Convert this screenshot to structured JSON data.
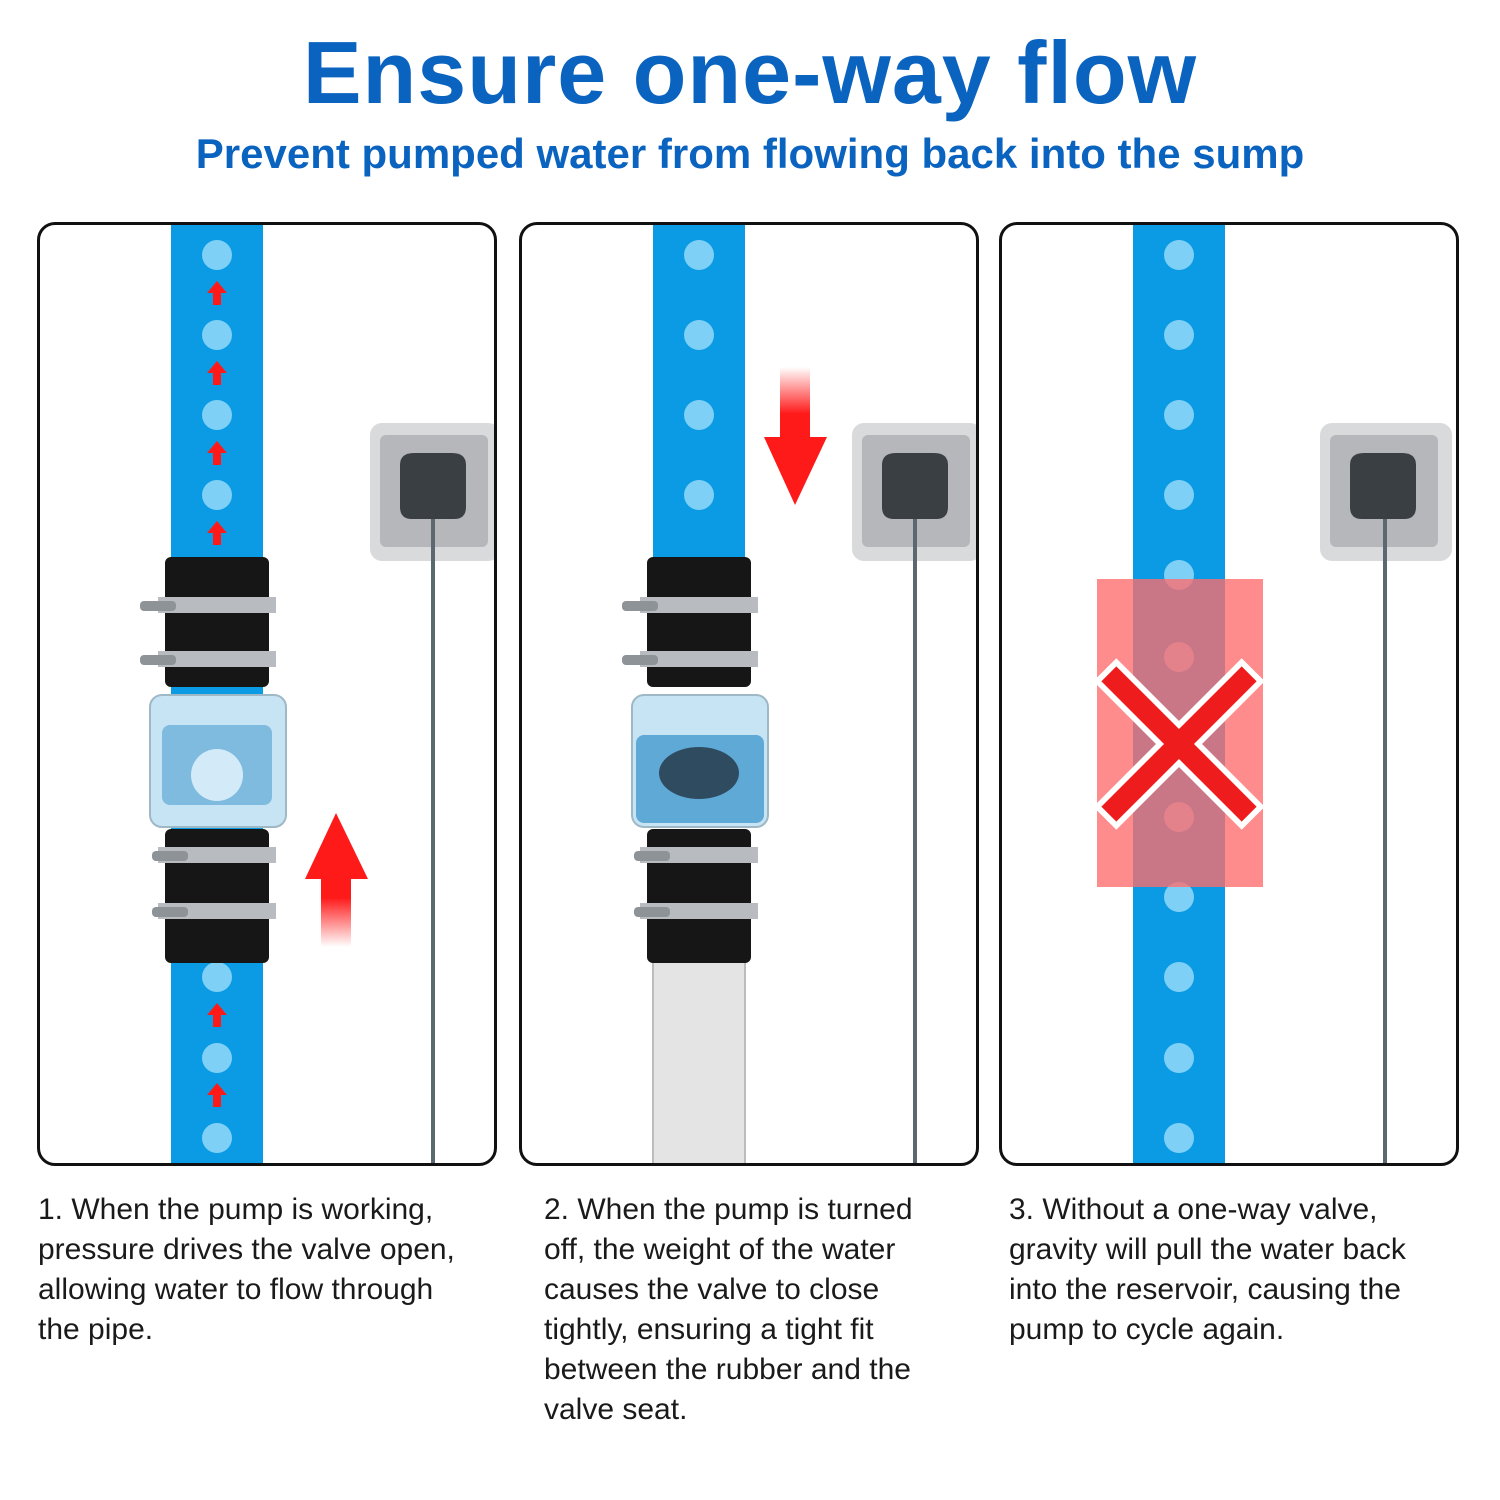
{
  "header": {
    "title": "Ensure one-way flow",
    "subtitle": "Prevent pumped water from flowing back into the sump"
  },
  "colors": {
    "title_blue": "#0b63c0",
    "pipe_blue": "#0a9be4",
    "bubble": "#7fd0f7",
    "arrow_red": "#ff1a1a",
    "outlet_gray": "#d9dadc",
    "cord_gray": "#5c6870",
    "plug_dark": "#3a3f44",
    "block_red": "#ff6b6b"
  },
  "icons": [
    "up-arrow-icon",
    "down-arrow-icon",
    "x-mark-icon",
    "wall-outlet-icon",
    "check-valve-icon"
  ],
  "panels": [
    {
      "caption": "1. When the pump is working,\npressure drives the valve open,\nallowing water to flow through\nthe pipe."
    },
    {
      "caption": "2. When the pump is turned\noff, the weight of the water\ncauses the valve to close\ntightly, ensuring a tight fit\nbetween the rubber and the\nvalve seat."
    },
    {
      "caption": "3. Without a one-way valve,\ngravity will pull the water back\ninto the reservoir, causing the\npump to cycle again."
    }
  ]
}
